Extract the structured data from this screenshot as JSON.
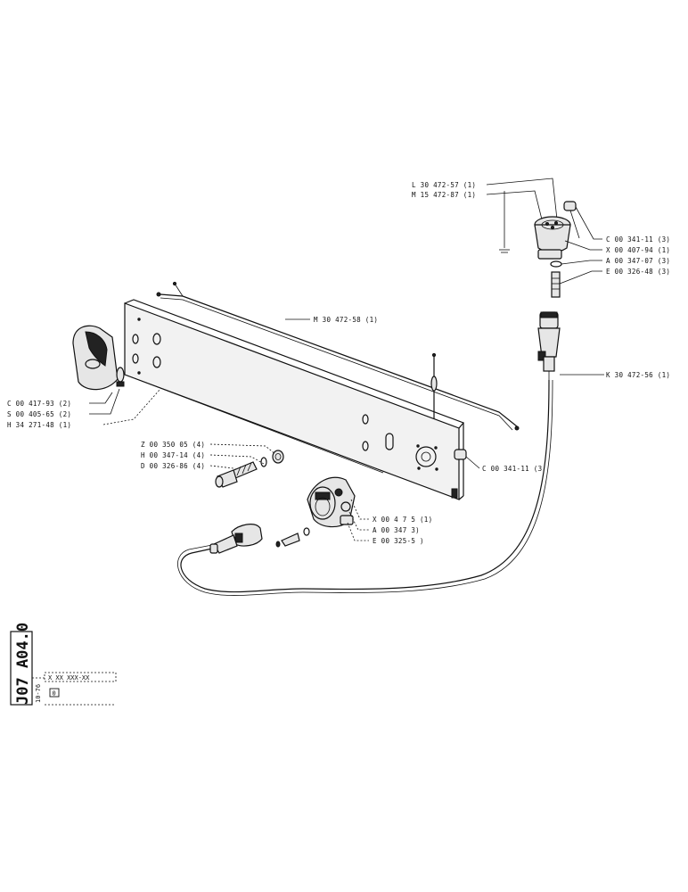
{
  "labels": {
    "l_30_472_57": "L 30 472-57 (1)",
    "m_15_472_87": "M 15 472-87 (1)",
    "c_00_341_11_top": "C 00 341-11 (3)",
    "x_00_407_94": "X 00 407-94 (1)",
    "a_00_347_07": "A 00 347-07 (3)",
    "e_00_326_48": "E 00 326-48 (3)",
    "m_30_472_58": "M 30 472-58 (1)",
    "k_30_472_56": "K 30 472-56 (1)",
    "c_00_417_93": "C 00 417-93 (2)",
    "s_00_405_65": "S 00 405-65 (2)",
    "h_34_271_48": "H 34 271-48 (1)",
    "z_00_350_05": "Z 00 350 05 (4)",
    "h_00_347_14": "H 00 347-14 (4)",
    "d_00_326_86": "D 00 326-86 (4)",
    "c_00_341_11_mid": "C 00 341-11 (3",
    "x_00_4_7_5": "X 00 4 7 5 (1)",
    "a_00_347": "A 00 347 3)",
    "e_00_325_5": "E 00 325-5 )"
  },
  "title_block": {
    "code": "J07 A04.0",
    "date": "10-76",
    "ref": "X XX XXX-XX",
    "revision": "0"
  }
}
